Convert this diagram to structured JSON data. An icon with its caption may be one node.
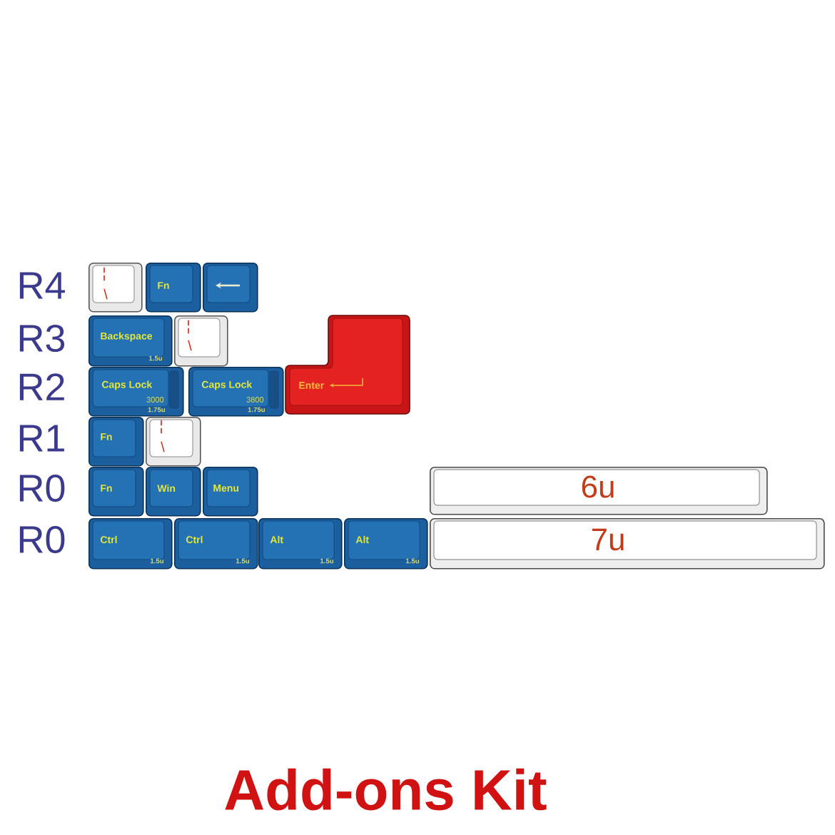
{
  "diagram": {
    "title": "Add-ons Kit",
    "nodes": [
      {
        "text": [
          "¦",
          "\\"
        ]
      },
      {
        "text": [
          "Fn"
        ]
      },
      {
        "text": [],
        "shape": "box"
      },
      {
        "text": [
          "Backspace",
          "1.5u"
        ]
      },
      {
        "text": [
          "¦",
          "\\"
        ]
      },
      {
        "text": [
          "Enter"
        ]
      },
      {
        "text": [
          "Caps Lock",
          "3000",
          "1.75u"
        ]
      },
      {
        "text": [
          "Caps Lock",
          "3800",
          "1.75u"
        ]
      },
      {
        "text": [
          "Fn"
        ]
      },
      {
        "text": [
          "¦",
          "\\"
        ]
      },
      {
        "text": [
          "Fn"
        ]
      },
      {
        "text": [
          "Win"
        ]
      },
      {
        "text": [
          "Menu"
        ]
      },
      {
        "text": [
          "6u"
        ]
      },
      {
        "text": [
          "Ctrl",
          "1.5u"
        ]
      },
      {
        "text": [
          "Ctrl",
          "1.5u"
        ]
      },
      {
        "text": [
          "Alt",
          "1.5u"
        ]
      },
      {
        "text": [
          "Alt",
          "1.5u"
        ]
      },
      {
        "text": [
          "7u"
        ]
      }
    ],
    "labels": [
      "R4",
      "R3",
      "R2",
      "R1",
      "R0",
      "R0"
    ]
  }
}
